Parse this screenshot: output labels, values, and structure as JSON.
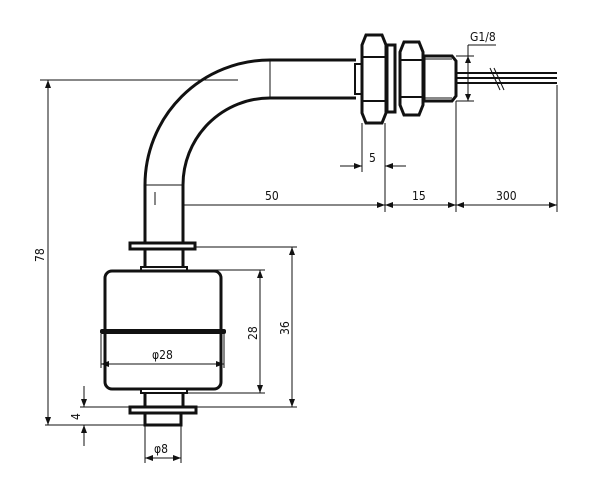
{
  "title": "Float level switch dimension drawing",
  "dimensions": {
    "thread": "G1/8",
    "nut_width": "5",
    "horizontal_length": "50",
    "thread_length": "15",
    "cable_length": "300",
    "total_height": "78",
    "flange_to_tip": "4",
    "float_height": "28",
    "washer_spacing": "36",
    "float_diameter": "φ28",
    "stem_diameter": "φ8"
  }
}
